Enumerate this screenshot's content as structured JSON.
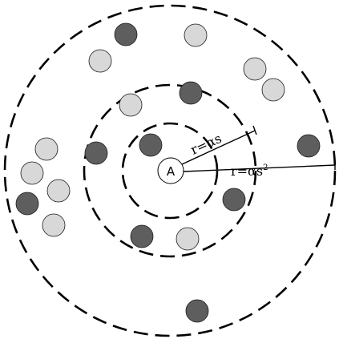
{
  "center_label": "A",
  "inner_radius_label": "r=αs",
  "outer_radius_label_base": "r=αs",
  "outer_radius_label_exponent": "2",
  "colors": {
    "dark_node": "#5e5e5e",
    "light_node": "#d8d8d8",
    "ring": "#000000",
    "background": "#ffffff"
  },
  "node_shades": [
    "dark",
    "light",
    "light",
    "light",
    "light",
    "dark",
    "light",
    "dark",
    "light",
    "dark",
    "dark",
    "dark",
    "light",
    "light",
    "dark",
    "light",
    "dark",
    "light",
    "dark",
    "dark"
  ]
}
